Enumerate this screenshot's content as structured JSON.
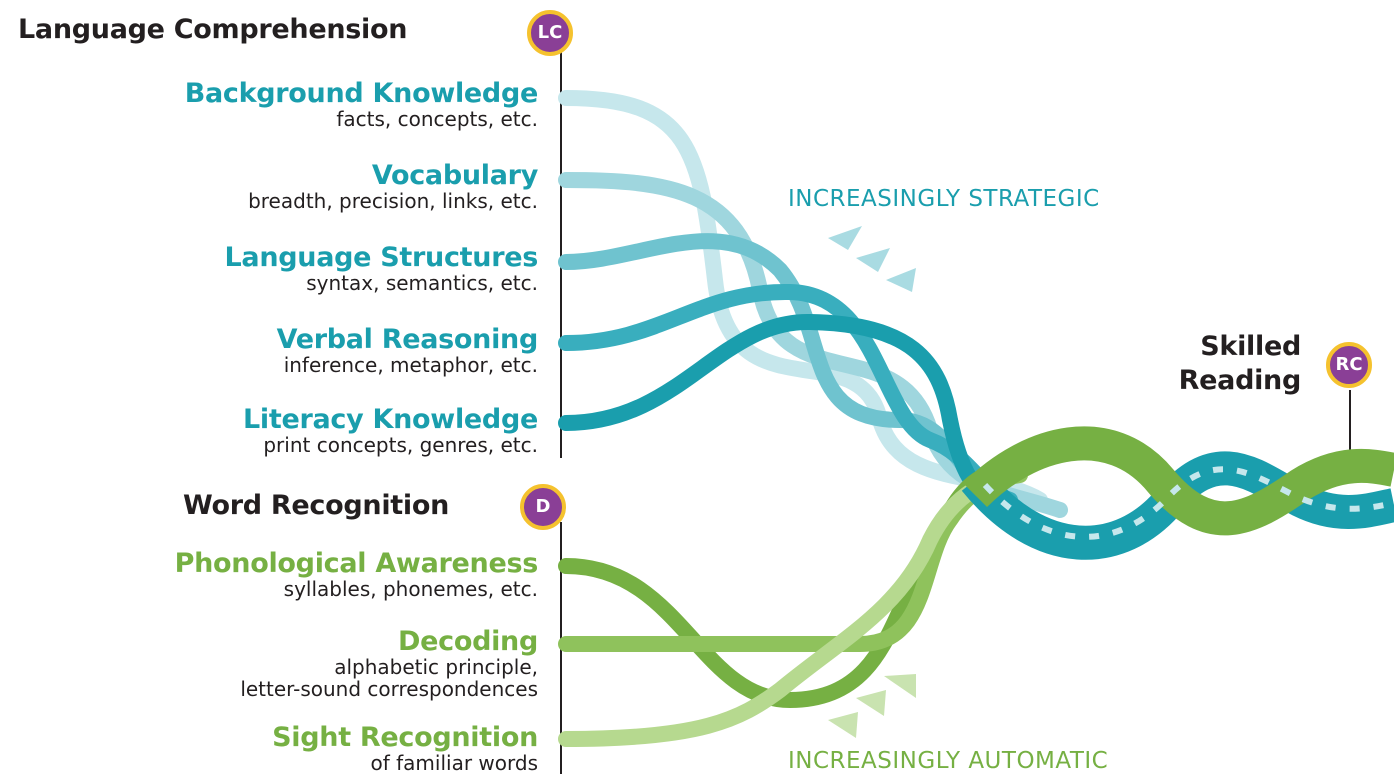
{
  "language_comprehension": {
    "title": "Language Comprehension",
    "badge": "LC",
    "skills": [
      {
        "name": "Background Knowledge",
        "desc": "facts, concepts, etc."
      },
      {
        "name": "Vocabulary",
        "desc": "breadth, precision, links, etc."
      },
      {
        "name": "Language Structures",
        "desc": "syntax, semantics, etc."
      },
      {
        "name": "Verbal Reasoning",
        "desc": "inference, metaphor, etc."
      },
      {
        "name": "Literacy Knowledge",
        "desc": "print concepts, genres, etc."
      }
    ],
    "arrow_label": "INCREASINGLY STRATEGIC"
  },
  "word_recognition": {
    "title": "Word Recognition",
    "badge": "D",
    "skills": [
      {
        "name": "Phonological Awareness",
        "desc": "syllables, phonemes, etc."
      },
      {
        "name": "Decoding",
        "desc_line1": "alphabetic principle,",
        "desc_line2": "letter-sound correspondences"
      },
      {
        "name": "Sight Recognition",
        "desc": "of familiar words"
      }
    ],
    "arrow_label": "INCREASINGLY AUTOMATIC"
  },
  "result": {
    "line1": "Skilled",
    "line2": "Reading",
    "badge": "RC"
  },
  "colors": {
    "teal": "#1a9ead",
    "green": "#76b043",
    "badge_purple": "#8a3f96",
    "badge_ring": "#f5c22e"
  }
}
